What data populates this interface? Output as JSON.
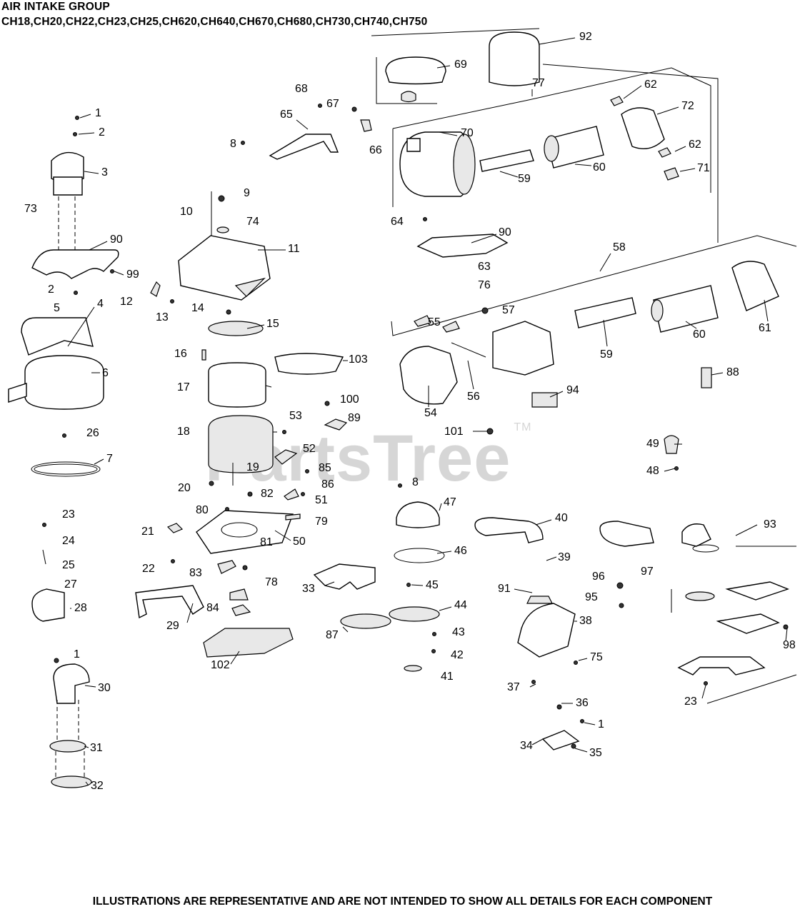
{
  "title": "AIR INTAKE GROUP",
  "models": "CH18,CH20,CH22,CH23,CH25,CH620,CH640,CH670,CH680,CH730,CH740,CH750",
  "footer": "ILLUSTRATIONS ARE REPRESENTATIVE AND ARE NOT INTENDED TO SHOW ALL DETAILS FOR EACH COMPONENT",
  "watermark": "PartsTree",
  "watermark_mark": "TM",
  "callouts": [
    "1",
    "2",
    "3",
    "73",
    "90",
    "99",
    "2",
    "5",
    "4",
    "6",
    "26",
    "7",
    "23",
    "24",
    "25",
    "27",
    "28",
    "1",
    "30",
    "31",
    "32",
    "8",
    "65",
    "68",
    "67",
    "66",
    "10",
    "9",
    "74",
    "11",
    "12",
    "13",
    "14",
    "15",
    "16",
    "103",
    "17",
    "100",
    "89",
    "18",
    "53",
    "52",
    "19",
    "85",
    "86",
    "20",
    "82",
    "51",
    "80",
    "79",
    "21",
    "50",
    "22",
    "81",
    "83",
    "78",
    "84",
    "29",
    "102",
    "69",
    "92",
    "77",
    "62",
    "72",
    "70",
    "59",
    "60",
    "62",
    "71",
    "64",
    "90",
    "63",
    "76",
    "58",
    "55",
    "57",
    "54",
    "56",
    "94",
    "59",
    "60",
    "61",
    "88",
    "101",
    "49",
    "48",
    "8",
    "47",
    "40",
    "93",
    "46",
    "33",
    "45",
    "39",
    "91",
    "96",
    "97",
    "44",
    "87",
    "43",
    "42",
    "41",
    "38",
    "95",
    "98",
    "75",
    "37",
    "36",
    "23",
    "1",
    "34",
    "35"
  ]
}
